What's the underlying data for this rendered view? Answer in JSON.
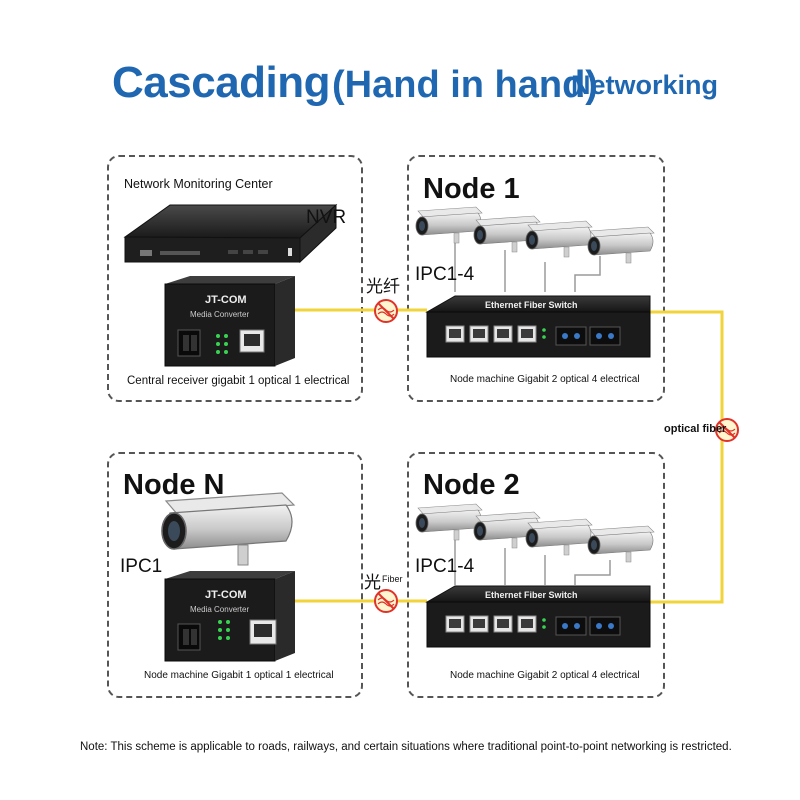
{
  "title": {
    "main": "Cascading",
    "middle": "(Hand in hand)",
    "suffix": "Networking"
  },
  "center_panel": {
    "heading": "Network Monitoring Center",
    "nvr_label": "NVR",
    "caption": "Central receiver gigabit 1 optical 1 electrical",
    "converter_brand": "JT-COM",
    "converter_model": "Media Converter"
  },
  "node1": {
    "title": "Node 1",
    "ipc_label": "IPC1-4",
    "switch_label": "Ethernet Fiber Switch",
    "caption": "Node machine Gigabit 2 optical 4 electrical"
  },
  "node2": {
    "title": "Node 2",
    "ipc_label": "IPC1-4",
    "switch_label": "Ethernet Fiber Switch",
    "caption": "Node machine Gigabit 2 optical 4 electrical"
  },
  "nodeN": {
    "title": "Node N",
    "ipc_label": "IPC1",
    "caption": "Node machine Gigabit 1 optical 1 electrical",
    "converter_brand": "JT-COM",
    "converter_model": "Media Converter"
  },
  "links": {
    "top_fiber_label": "光纤",
    "right_fiber_label": "optical fiber",
    "bottom_fiber_label_cn": "光",
    "bottom_fiber_label_en": "Fiber"
  },
  "note": "Note: This scheme is applicable to roads, railways, and certain situations where traditional point-to-point networking is restricted.",
  "colors": {
    "title_blue": "#1f67b1",
    "fiber_yellow": "#f2d43a",
    "fiber_icon_red": "#e0322a",
    "device_black": "#1b1b1b"
  }
}
